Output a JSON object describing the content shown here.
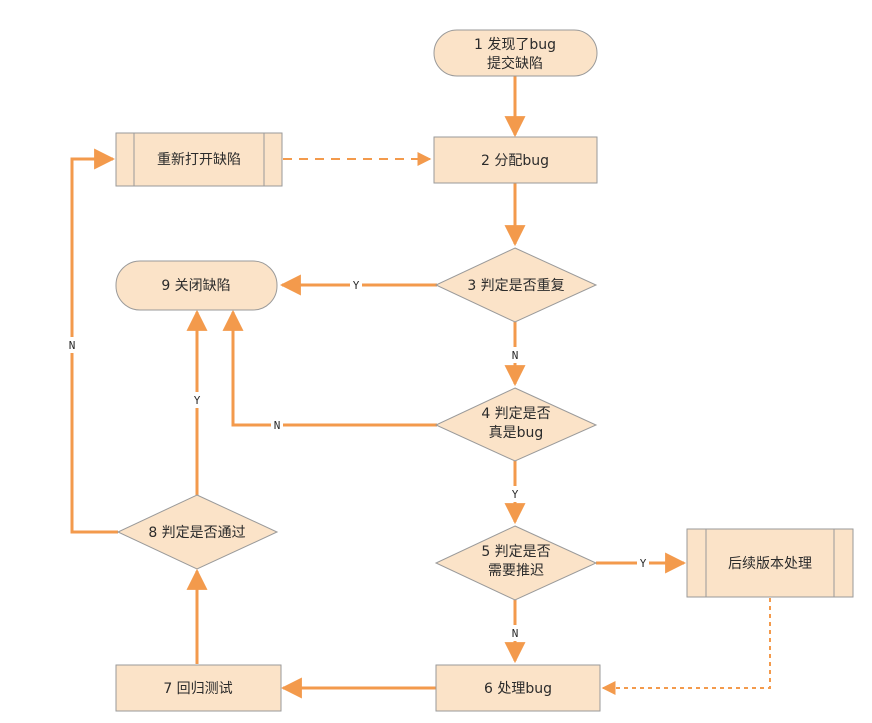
{
  "colors": {
    "fill": "#fbe3c8",
    "stroke": "#9a9a9a",
    "edge": "#f39a4c",
    "text": "#2b2b2b",
    "background": "#ffffff"
  },
  "nodes": {
    "discover": {
      "line1": "1 发现了bug",
      "line2": "提交缺陷"
    },
    "reopen": {
      "label": "重新打开缺陷"
    },
    "assign": {
      "label": "2 分配bug"
    },
    "close": {
      "label": "9 关闭缺陷"
    },
    "duplicate": {
      "label": "3 判定是否重复"
    },
    "real_bug": {
      "line1": "4 判定是否",
      "line2": "真是bug"
    },
    "verify": {
      "label": "8 判定是否通过"
    },
    "defer": {
      "line1": "5 判定是否",
      "line2": "需要推迟"
    },
    "later_version": {
      "label": "后续版本处理"
    },
    "regression": {
      "label": "7 回归测试"
    },
    "fix": {
      "label": "6 处理bug"
    }
  },
  "edge_labels": {
    "duplicate_yes": "Y",
    "duplicate_no": "N",
    "real_bug_no": "N",
    "real_bug_yes": "Y",
    "defer_yes": "Y",
    "defer_no": "N",
    "verify_yes": "Y",
    "verify_no": "N"
  }
}
